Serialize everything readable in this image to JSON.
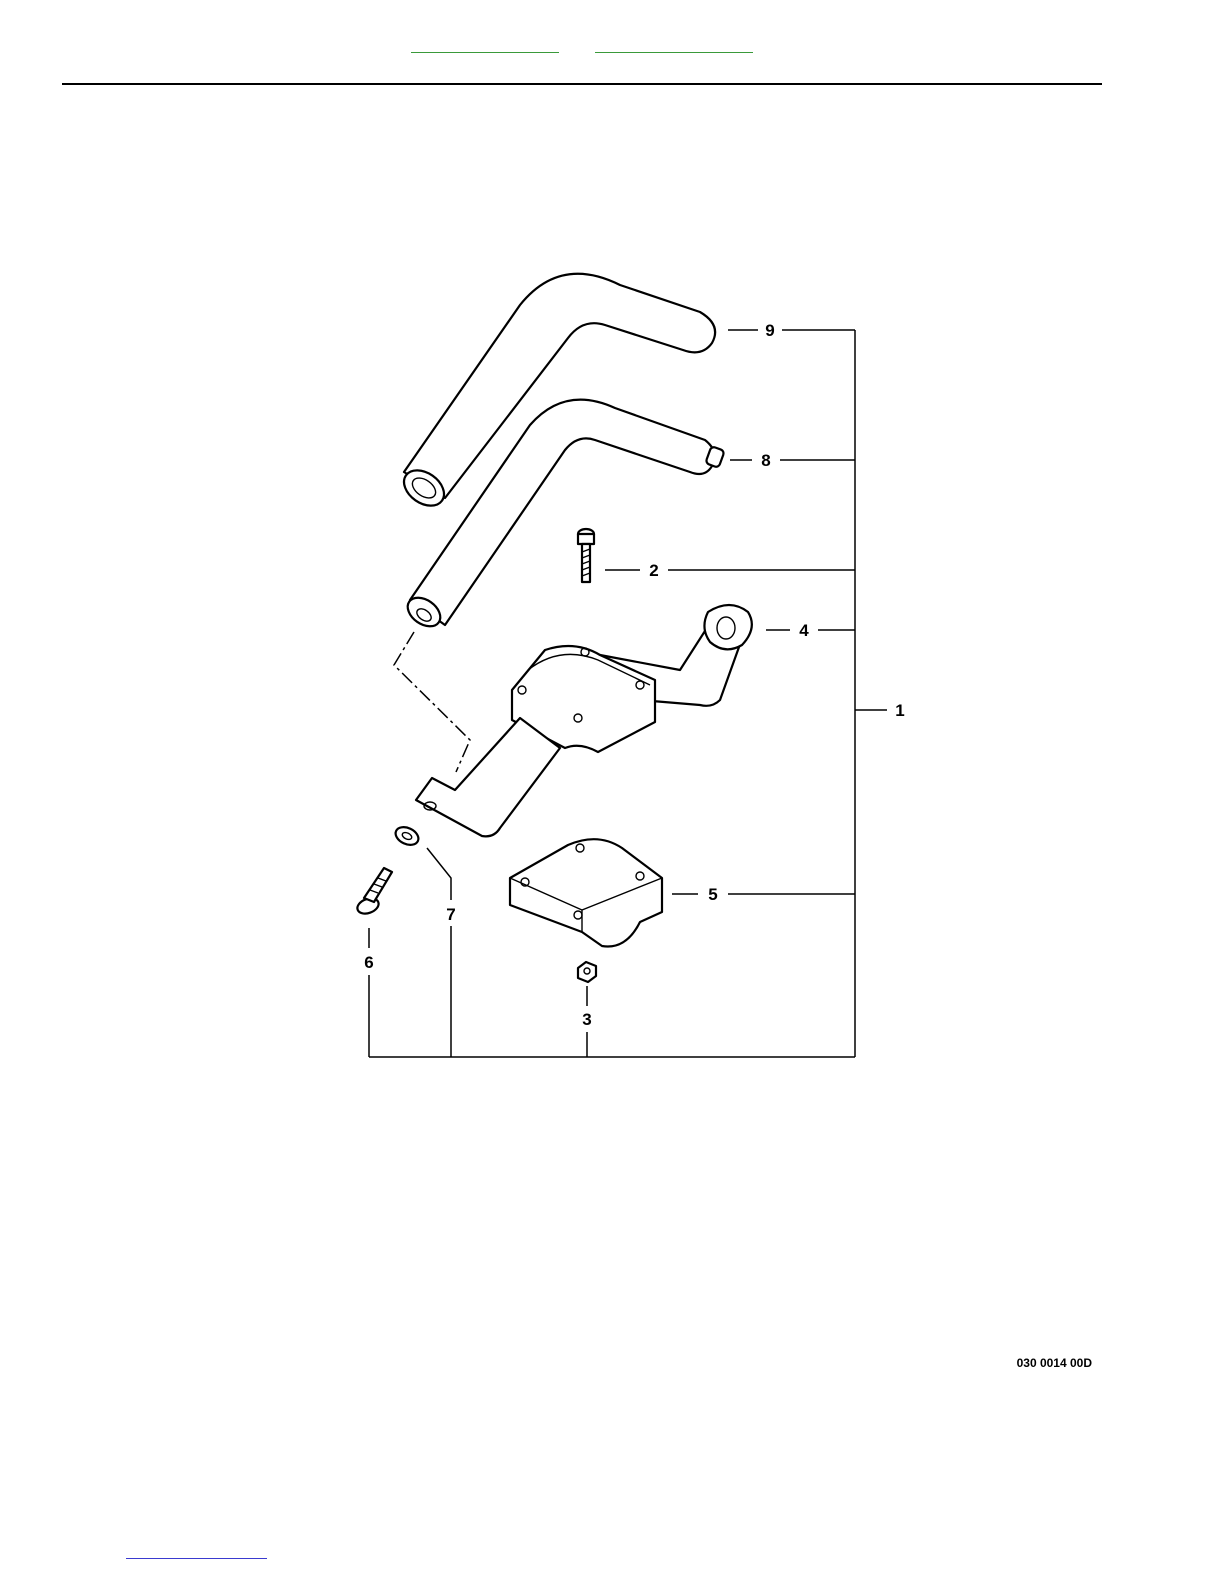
{
  "nav": {
    "prev_link": "",
    "next_link": "",
    "bottom_link": ""
  },
  "diagram": {
    "callouts": {
      "c1": "1",
      "c2": "2",
      "c3": "3",
      "c4": "4",
      "c5": "5",
      "c6": "6",
      "c7": "7",
      "c8": "8",
      "c9": "9"
    },
    "reference_code": "030 0014 00D"
  }
}
